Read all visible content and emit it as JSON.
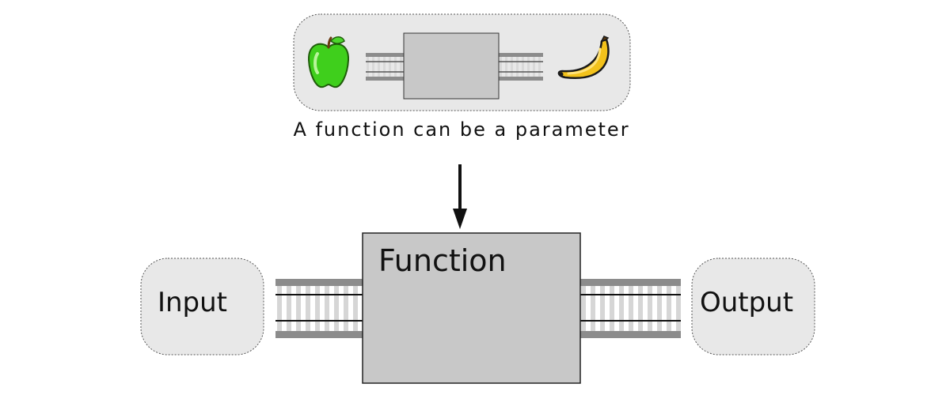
{
  "diagram": {
    "caption": "A function can be a parameter",
    "input_label": "Input",
    "output_label": "Output",
    "function_label": "Function",
    "parameter_inputs": [
      "apple-icon",
      "banana-icon"
    ]
  },
  "colors": {
    "panel_fill": "#e8e8e8",
    "box_fill": "#c8c8c8",
    "rail_dark": "#8c8c8c",
    "rail_light": "#d6d6d6",
    "apple_green": "#3fcf1c",
    "banana_yellow": "#f3c21b",
    "line": "#111111"
  }
}
